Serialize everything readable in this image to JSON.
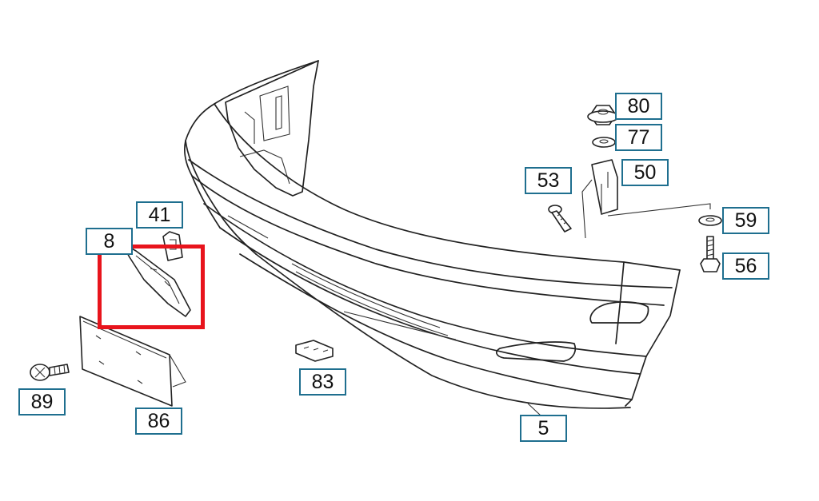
{
  "diagram": {
    "highlight_color": "#e8141c",
    "label_border_color": "#1f6f8f",
    "highlighted_part": "8",
    "parts": [
      {
        "id": "p80",
        "number": "80",
        "shape": "flange-nut"
      },
      {
        "id": "p77",
        "number": "77",
        "shape": "washer"
      },
      {
        "id": "p53",
        "number": "53",
        "shape": "self-tapping-screw"
      },
      {
        "id": "p50",
        "number": "50",
        "shape": "mounting-bracket"
      },
      {
        "id": "p59",
        "number": "59",
        "shape": "washer"
      },
      {
        "id": "p56",
        "number": "56",
        "shape": "hex-bolt"
      },
      {
        "id": "p41",
        "number": "41",
        "shape": "clip"
      },
      {
        "id": "p8",
        "number": "8",
        "shape": "side-bracket"
      },
      {
        "id": "p83",
        "number": "83",
        "shape": "connector-block"
      },
      {
        "id": "p89",
        "number": "89",
        "shape": "screw"
      },
      {
        "id": "p86",
        "number": "86",
        "shape": "license-plate-holder"
      },
      {
        "id": "p5",
        "number": "5",
        "shape": "front-bumper"
      }
    ]
  }
}
